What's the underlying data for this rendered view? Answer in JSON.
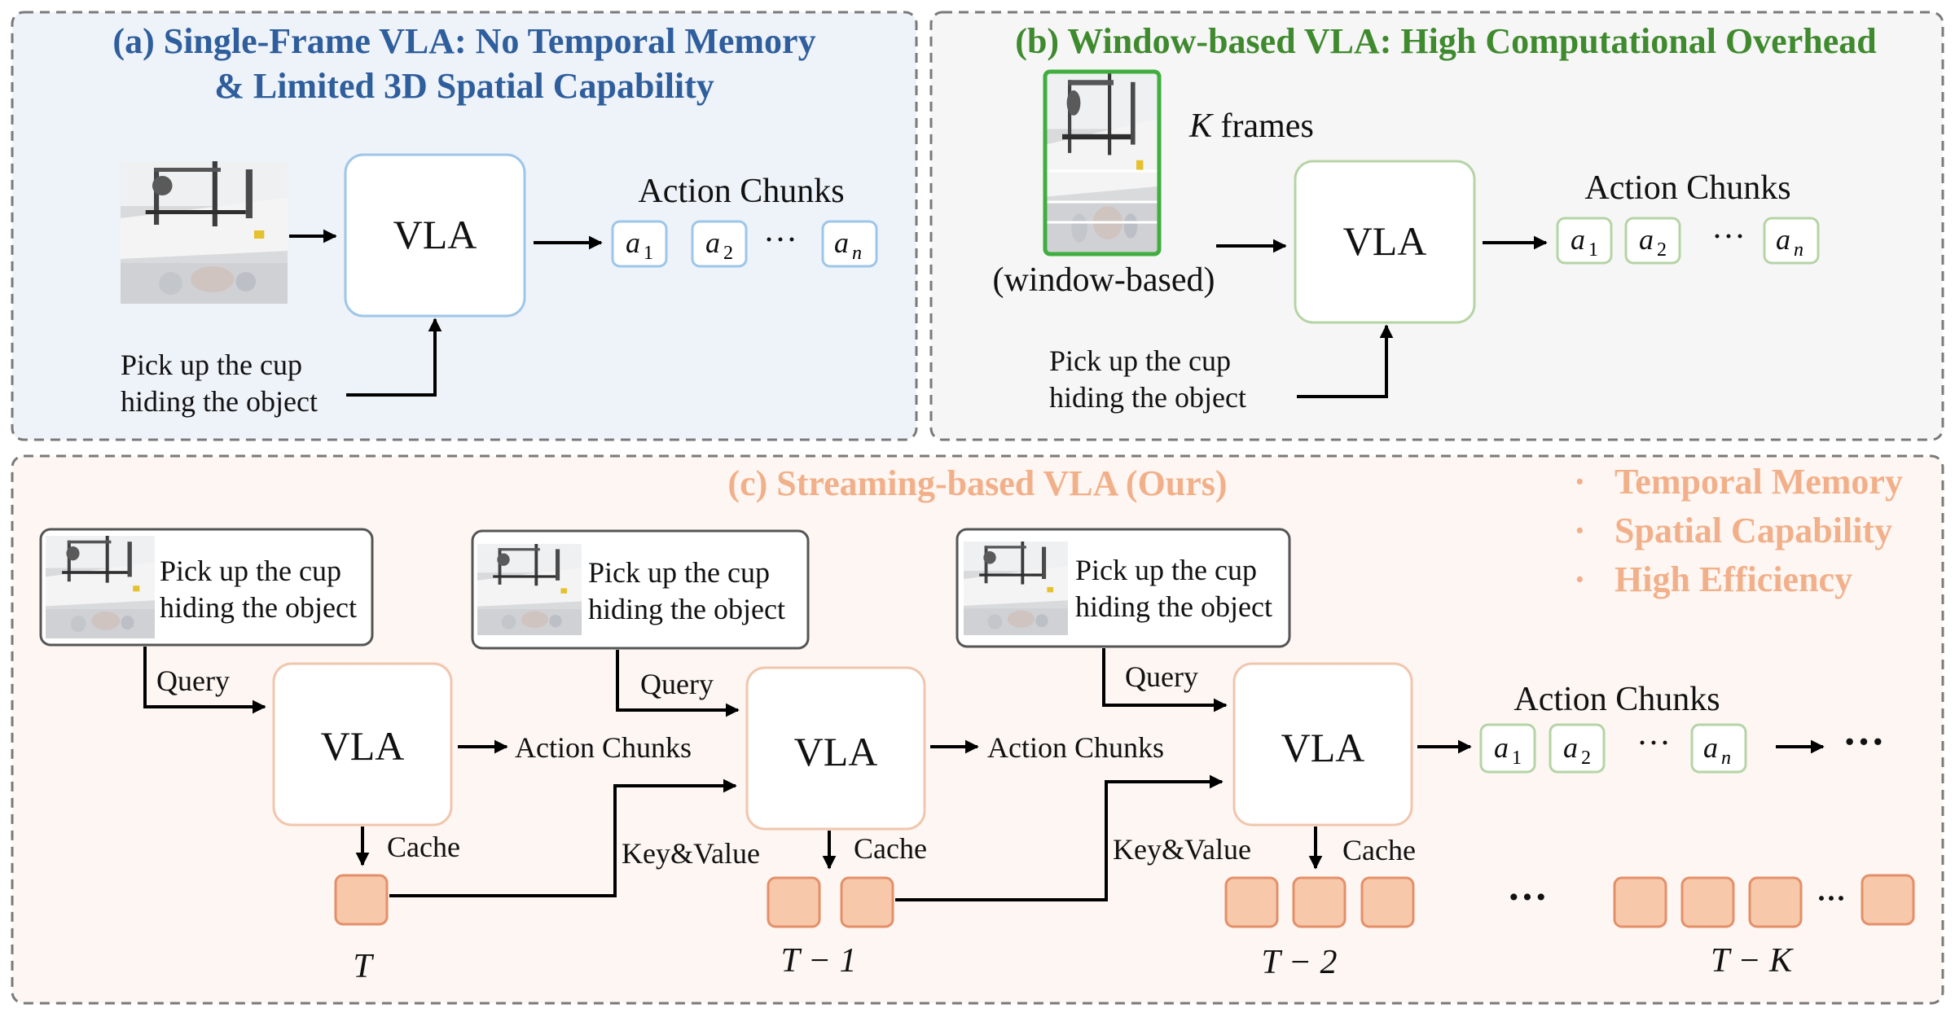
{
  "colors": {
    "panel_a_bg": "#eef2f9",
    "panel_a_title": "#2e5e9c",
    "panel_a_accent": "#9ec6e8",
    "panel_b_bg": "#f6f6f6",
    "panel_b_title": "#3f8a2e",
    "panel_b_accent": "#b5d4a6",
    "panel_c_bg": "#fdf6f2",
    "panel_c_title": "#f2b08a",
    "panel_c_accent": "#f0c6ad",
    "cache_fill": "#f8c8aa",
    "cache_stroke": "#e3906a",
    "dashed_border": "#7a7a7a"
  },
  "panel_a": {
    "title_line1": "(a) Single-Frame VLA: No Temporal Memory",
    "title_line2": "& Limited 3D Spatial Capability",
    "model": "VLA",
    "action_chunks": "Action Chunks",
    "instruction_line1": "Pick up the cup",
    "instruction_line2": "hiding the object",
    "tokens": [
      "a",
      "1",
      "a",
      "2",
      "a",
      "n"
    ],
    "ellipsis": "···"
  },
  "panel_b": {
    "title": "(b) Window-based VLA:  High Computational Overhead",
    "k_frames_k": "K",
    "k_frames_rest": " frames",
    "window_label": "(window-based)",
    "model": "VLA",
    "action_chunks": "Action Chunks",
    "instruction_line1": "Pick up the cup",
    "instruction_line2": "hiding the object",
    "tokens": [
      "a",
      "1",
      "a",
      "2",
      "a",
      "n"
    ],
    "ellipsis": "···"
  },
  "panel_c": {
    "title": "(c) Streaming-based VLA (Ours)",
    "bullets": [
      "Temporal Memory",
      "Spatial Capability",
      "High Efficiency"
    ],
    "bullet_mark": "·",
    "instruction_line1": "Pick up the cup",
    "instruction_line2": "hiding the object",
    "query": "Query",
    "model": "VLA",
    "action_chunks": "Action Chunks",
    "cache": "Cache",
    "key_value": "Key&Value",
    "time_labels": [
      "T",
      "T − 1",
      "T − 2",
      "T − K"
    ],
    "tokens": [
      "a",
      "1",
      "a",
      "2",
      "a",
      "n"
    ],
    "ellipsis_small": "···",
    "ellipsis_bold": "···",
    "ellipsis_cache": "···",
    "ellipsis_cache_small": "···"
  }
}
